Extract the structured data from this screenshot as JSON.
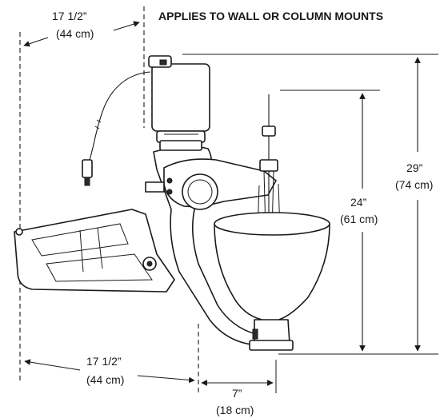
{
  "header": {
    "text": "APPLIES TO WALL OR COLUMN MOUNTS"
  },
  "dimensions": {
    "top_width": {
      "imperial": "17 1/2”",
      "metric": "(44 cm)"
    },
    "bottom_width": {
      "imperial": "17 1/2”",
      "metric": "(44 cm)"
    },
    "offset": {
      "imperial": "7”",
      "metric": "(18 cm)"
    },
    "inner_height": {
      "imperial": "24”",
      "metric": "(61 cm)"
    },
    "outer_height": {
      "imperial": "29”",
      "metric": "(74 cm)"
    }
  },
  "colors": {
    "ink": "#1a1a1a",
    "background": "#ffffff"
  }
}
